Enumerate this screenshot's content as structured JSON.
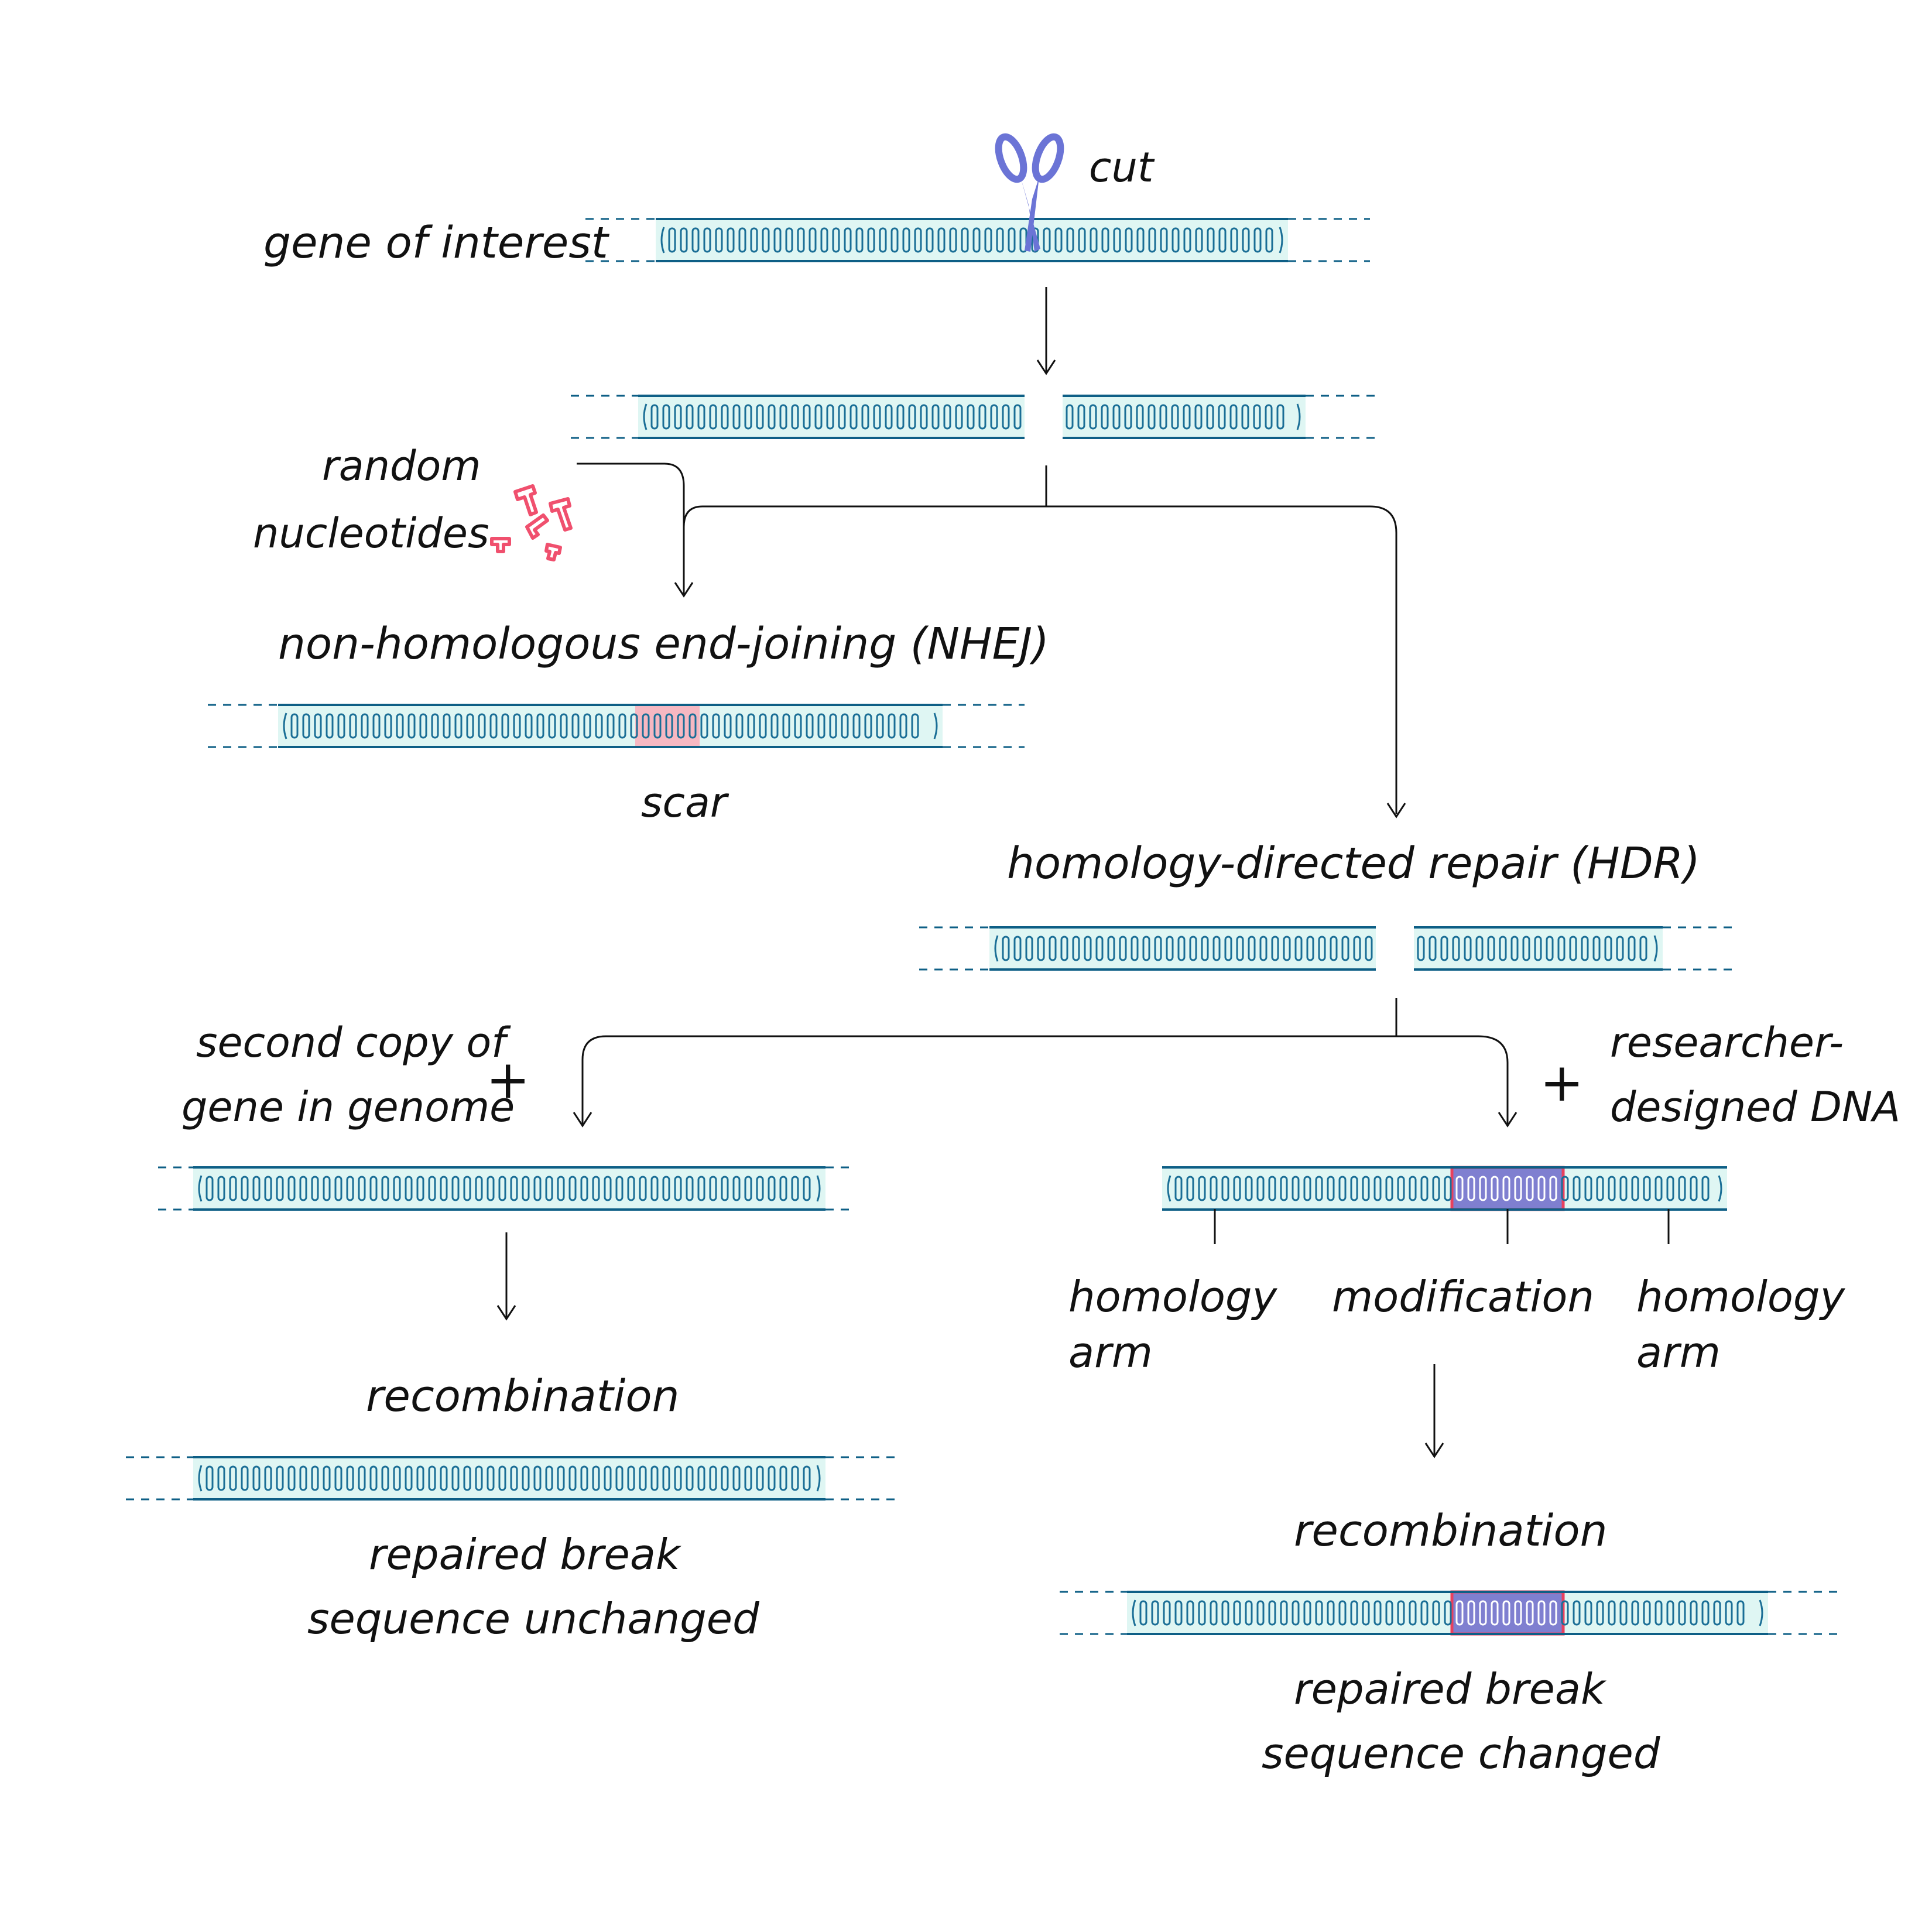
{
  "labels": {
    "cut": "cut",
    "gene_of_interest": "gene of interest",
    "random_line1": "random",
    "random_line2": "nucleotides",
    "nhej_title": "non-homologous end-joining (NHEJ)",
    "scar": "scar",
    "hdr_title": "homology-directed repair (HDR)",
    "second_copy_line1": "second copy of",
    "second_copy_line2": "gene in genome",
    "plus_left": "+",
    "plus_right": "+",
    "researcher_line1": "researcher-",
    "researcher_line2": "designed DNA",
    "homology_arm_left_line1": "homology",
    "homology_arm_left_line2": "arm",
    "modification": "modification",
    "homology_arm_right_line1": "homology",
    "homology_arm_right_line2": "arm",
    "recombination_left": "recombination",
    "repaired_left_line1": "repaired break",
    "repaired_left_line2": "sequence unchanged",
    "recombination_right": "recombination",
    "repaired_right_line1": "repaired break",
    "repaired_right_line2": "sequence changed"
  },
  "colors": {
    "dna_fill": "#dff6f3",
    "dna_stroke": "#0e5f86",
    "rung": "#1a6e96",
    "scar_fill": "#f6b8c2",
    "modification_fill": "#7f7fd0",
    "modification_stroke": "#e8405e",
    "scissors": "#6b74d6",
    "nucleotides": "#f0506e",
    "line": "#111111"
  }
}
